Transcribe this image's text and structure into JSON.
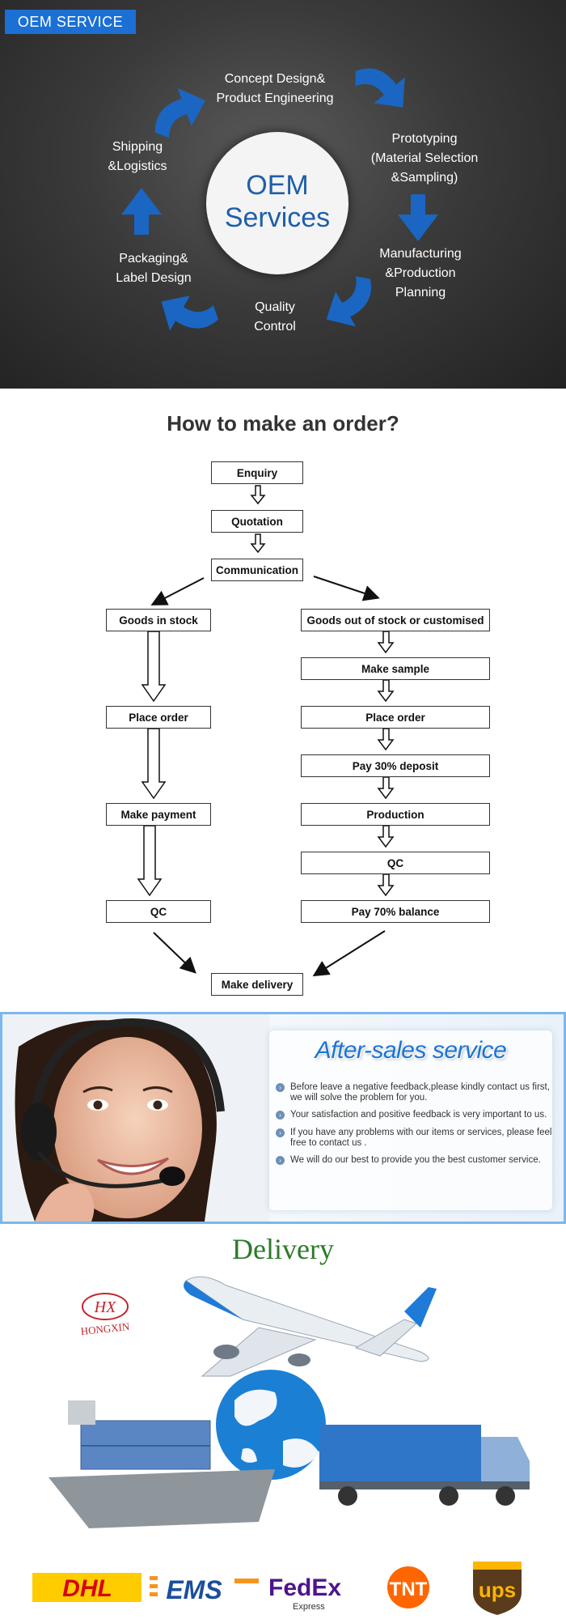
{
  "oem": {
    "badge": "OEM SERVICE",
    "center": "OEM\nServices",
    "steps": {
      "concept": "Concept Design&\nProduct Engineering",
      "prototyping": "Prototyping\n(Material Selection\n&Sampling)",
      "manufacturing": "Manufacturing\n&Production\nPlanning",
      "quality": "Quality\nControl",
      "packaging": "Packaging&\nLabel Design",
      "shipping": "Shipping\n&Logistics"
    },
    "colors": {
      "accent": "#1c6fd4",
      "arrow": "#1a66c2"
    }
  },
  "order": {
    "title": "How to make an order?",
    "boxes": {
      "enquiry": "Enquiry",
      "quotation": "Quotation",
      "communication": "Communication",
      "in_stock": "Goods in stock",
      "out_of_stock": "Goods out of stock or customised",
      "make_sample": "Make sample",
      "place_order_left": "Place order",
      "place_order_right": "Place order",
      "pay_deposit": "Pay 30% deposit",
      "make_payment": "Make payment",
      "production": "Production",
      "qc_right": "QC",
      "qc_left": "QC",
      "pay_balance": "Pay 70% balance",
      "delivery": "Make delivery"
    }
  },
  "after_sales": {
    "title": "After-sales service",
    "items": [
      "Before leave a negative feedback,please kindly contact us first, we will solve the problem for you.",
      "Your satisfaction and positive feedback is very important to us.",
      "If you have any problems with our items or services, please feel free to contact us .",
      "We will do our best to provide you the best customer service."
    ]
  },
  "delivery": {
    "title": "Delivery",
    "logo": {
      "mark": "HX",
      "name": "HONGXIN"
    },
    "carriers": [
      "DHL",
      "EMS",
      "FedEx",
      "Express",
      "TNT",
      "ups"
    ]
  }
}
